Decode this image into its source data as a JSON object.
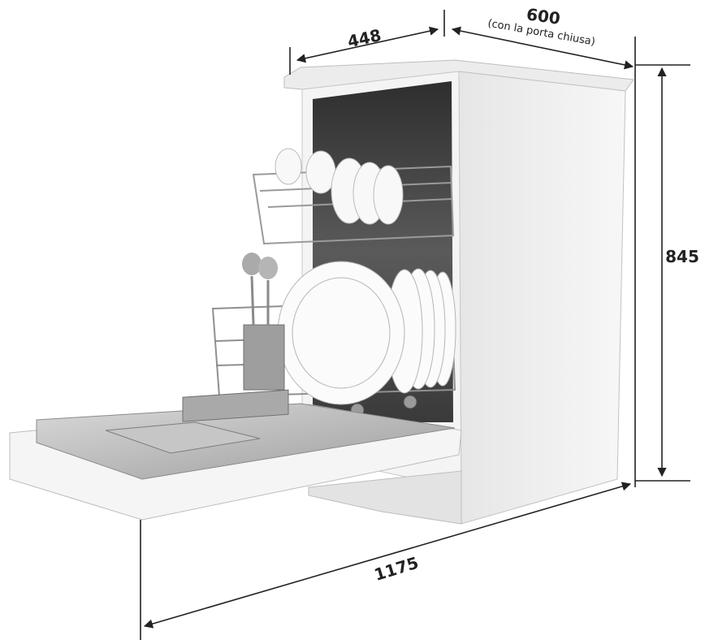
{
  "dimensions": {
    "width": {
      "value": "448"
    },
    "depth": {
      "value": "600",
      "note": "(con la porta chiusa)"
    },
    "height": {
      "value": "845"
    },
    "open_depth": {
      "value": "1175"
    }
  },
  "colors": {
    "line": "#222222",
    "body": "#f2f2f2",
    "shadow": "#cfcfcf",
    "interior": "#4a4a4a",
    "rack": "#8a8a8a",
    "plate": "#fbfbfb"
  }
}
